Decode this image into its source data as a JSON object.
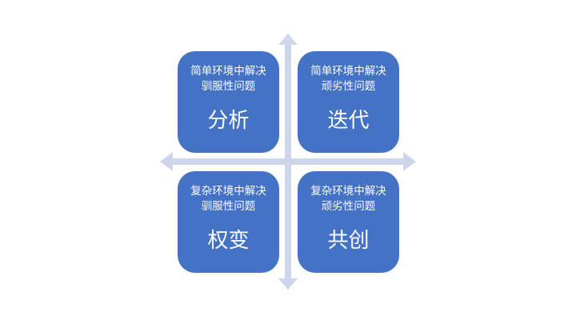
{
  "colors": {
    "box": "#4472c4",
    "axis": "#cfd5ea"
  },
  "quadrants": [
    {
      "line1": "简单环境中解决",
      "line2": "驯服性问题",
      "title": "分析"
    },
    {
      "line1": "简单环境中解决",
      "line2": "顽劣性问题",
      "title": "迭代"
    },
    {
      "line1": "复杂环境中解决",
      "line2": "驯服性问题",
      "title": "权变"
    },
    {
      "line1": "复杂环境中解决",
      "line2": "顽劣性问题",
      "title": "共创"
    }
  ]
}
